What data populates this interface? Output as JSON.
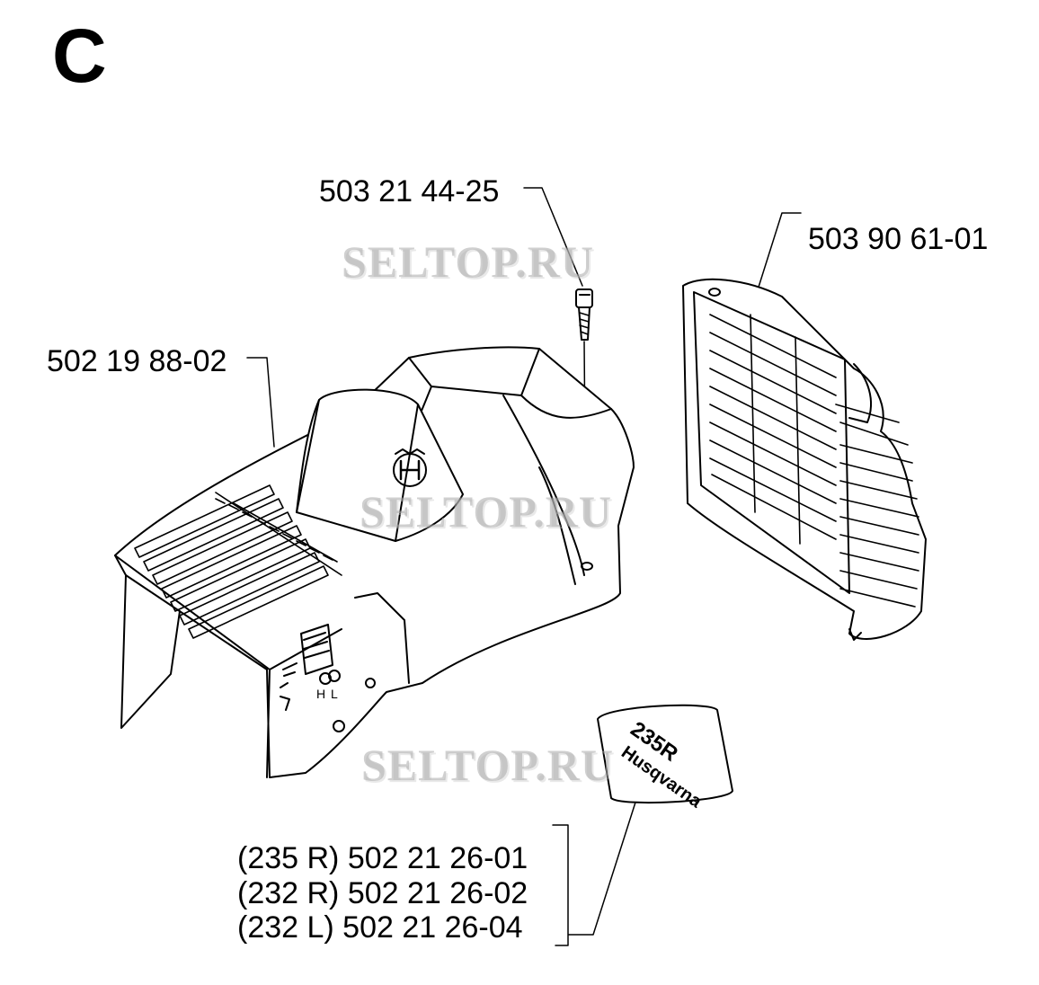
{
  "section_letter": "C",
  "parts": {
    "screw": "503 21 44-25",
    "cylinder_cover": "502 19 88-02",
    "air_filter_cover": "503 90 61-01",
    "decals": [
      "(235 R) 502 21 26-01",
      "(232 R) 502 21 26-02",
      "(232 L) 502 21 26-04"
    ]
  },
  "decal": {
    "model": "235R",
    "brand": "Husqvarna"
  },
  "cover_marks": {
    "h": "H",
    "l": "L"
  },
  "watermark": "SELTOP.RU"
}
